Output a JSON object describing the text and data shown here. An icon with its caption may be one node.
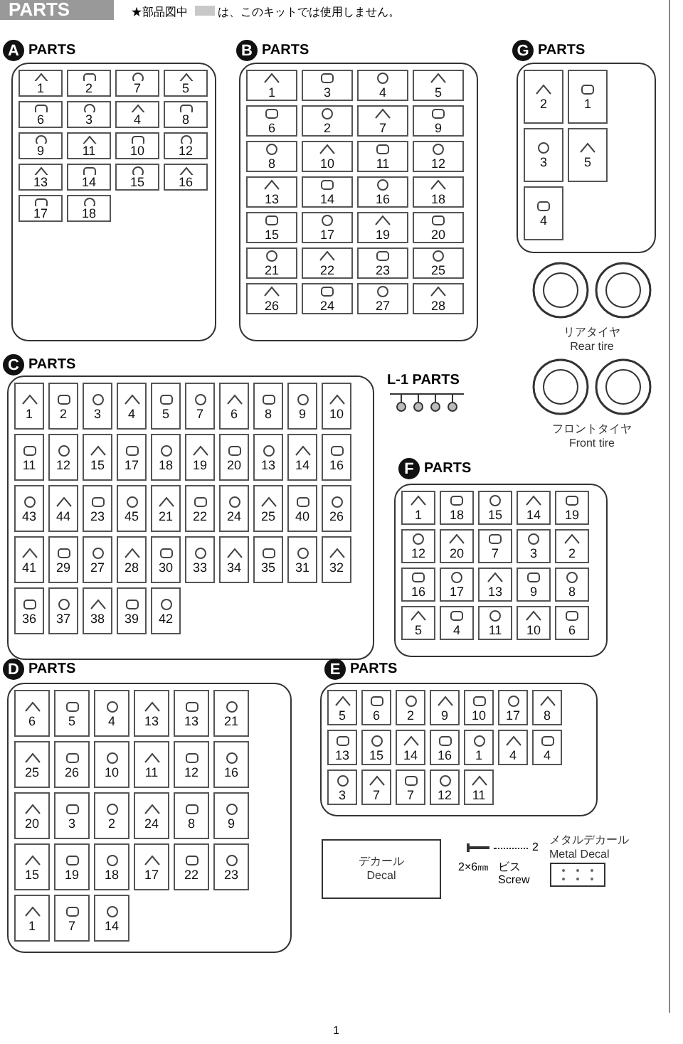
{
  "diagram": {
    "title": "PARTS",
    "nodes": [
      {
        "text": [
          "A",
          "PARTS",
          "1",
          "2",
          "7",
          "5",
          "6",
          "3",
          "4",
          "8",
          "9",
          "11",
          "10",
          "12",
          "13",
          "14",
          "15",
          "16",
          "17",
          "18"
        ]
      },
      {
        "text": [
          "B",
          "PARTS",
          "1",
          "3",
          "4",
          "5",
          "6",
          "2",
          "7",
          "9",
          "8",
          "10",
          "11",
          "12",
          "13",
          "14",
          "16",
          "18",
          "15",
          "17",
          "19",
          "20",
          "21",
          "22",
          "23",
          "25",
          "26",
          "24",
          "27",
          "28"
        ]
      },
      {
        "text": [
          "G",
          "PARTS",
          "2",
          "1",
          "3",
          "5",
          "4"
        ]
      },
      {
        "text": [
          "リアタイヤ",
          "Rear tire"
        ]
      },
      {
        "text": [
          "C",
          "PARTS",
          "1",
          "2",
          "3",
          "4",
          "5",
          "7",
          "6",
          "8",
          "9",
          "10",
          "11",
          "12",
          "15",
          "17",
          "18",
          "19",
          "20",
          "13",
          "14",
          "16",
          "43",
          "44",
          "23",
          "45",
          "21",
          "22",
          "24",
          "25",
          "40",
          "26",
          "41",
          "29",
          "27",
          "28",
          "30",
          "33",
          "34",
          "35",
          "31",
          "32",
          "36",
          "37",
          "38",
          "39",
          "42"
        ]
      },
      {
        "text": [
          "L-1 PARTS"
        ]
      },
      {
        "text": [
          "フロントタイヤ",
          "Front tire"
        ]
      },
      {
        "text": [
          "F",
          "PARTS",
          "1",
          "18",
          "15",
          "14",
          "19",
          "12",
          "20",
          "7",
          "3",
          "2",
          "16",
          "17",
          "13",
          "9",
          "8",
          "5",
          "4",
          "11",
          "10",
          "6"
        ]
      },
      {
        "text": [
          "D",
          "PARTS",
          "6",
          "5",
          "4",
          "13",
          "13",
          "21",
          "25",
          "26",
          "10",
          "11",
          "12",
          "16",
          "20",
          "3",
          "2",
          "24",
          "8",
          "9",
          "15",
          "19",
          "18",
          "17",
          "22",
          "23",
          "1",
          "7",
          "14"
        ]
      },
      {
        "text": [
          "E",
          "PARTS",
          "5",
          "6",
          "2",
          "9",
          "10",
          "17",
          "8",
          "13",
          "15",
          "14",
          "16",
          "1",
          "4",
          "4",
          "3",
          "7",
          "7",
          "12",
          "11"
        ]
      },
      {
        "text": [
          "デカール",
          "Decal"
        ]
      },
      {
        "text": [
          "メタルデカール",
          "Metal Decal"
        ]
      }
    ],
    "labels": [
      "★部品図中",
      "は、このキットでは使用しません。",
      "2",
      "2×6㎜",
      "ビス",
      "Screw",
      "1"
    ]
  }
}
